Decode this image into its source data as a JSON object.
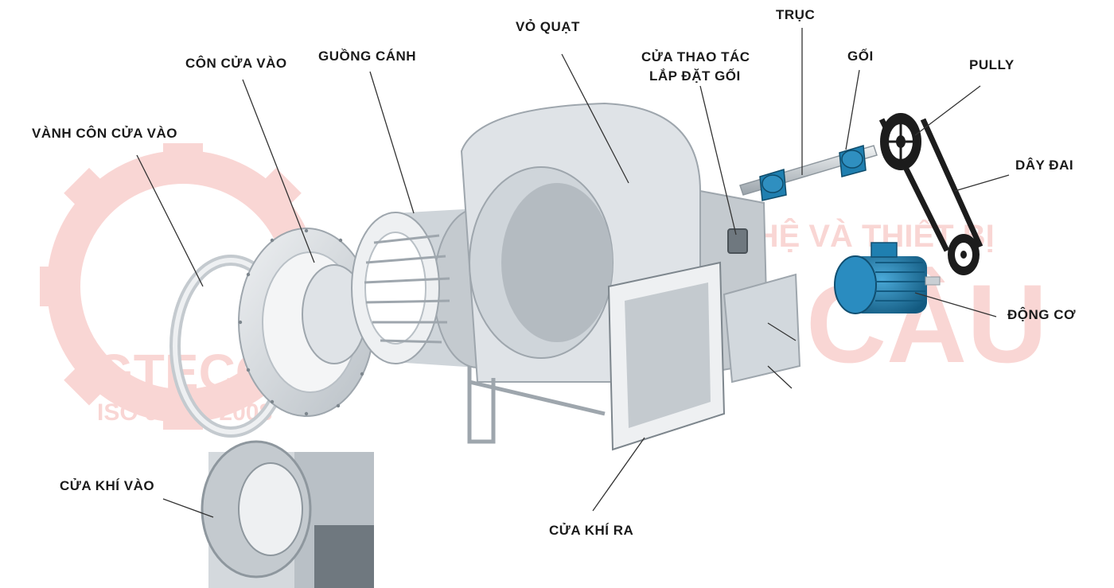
{
  "colors": {
    "watermark": "#e8483f",
    "part_fill": "#dfe3e7",
    "part_shade": "#c4cacf",
    "part_dark": "#9ea6ad",
    "motor_blue": "#1f7fb0",
    "belt": "#1c1c1c",
    "leader_line": "#333333"
  },
  "watermark": {
    "company_line": "CÔNG TY CP CÔNG NGHỆ VÀ THIẾT BỊ",
    "brand_word": "TOÀN CẦU",
    "logo_text": "GTECO",
    "iso_text": "ISO 9001 : 2008"
  },
  "labels": {
    "vanh_con": "VÀNH CÔN CỬA VÀO",
    "con_cua_vao": "CÔN CỬA VÀO",
    "guong_canh": "GUỒNG CÁNH",
    "vo_quat": "VỎ QUẠT",
    "cua_thao_tac_1": "CỬA THAO TÁC",
    "cua_thao_tac_2": "LẮP ĐẶT GỐI",
    "truc": "TRỤC",
    "goi": "GỐI",
    "pully": "PULLY",
    "day_dai": "DÂY ĐAI",
    "dong_co": "ĐỘNG CƠ",
    "cua_khi_vao": "CỬA KHÍ VÀO",
    "cua_khi_ra": "CỬA KHÍ RA"
  },
  "icons": {
    "vanh_con": "ring-icon",
    "con_cua_vao": "inlet-cone-icon",
    "guong_canh": "impeller-icon",
    "vo_quat": "fan-housing-icon",
    "truc": "shaft-icon",
    "goi": "bearing-icon",
    "pully": "pulley-icon",
    "day_dai": "belt-icon",
    "dong_co": "motor-icon"
  }
}
